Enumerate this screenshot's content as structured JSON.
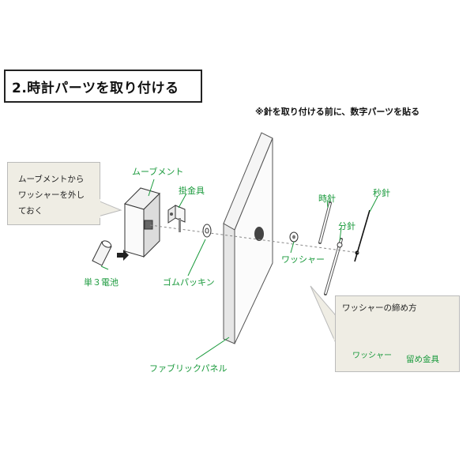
{
  "title": "2.時計パーツを取り付ける",
  "note": "※針を取り付ける前に、数字パーツを貼る",
  "callouts": {
    "movement_tip": [
      "ムーブメントから",
      "ワッシャーを外し",
      "ておく"
    ],
    "washer_heading": "ワッシャーの締め方"
  },
  "labels": {
    "movement": "ムーブメント",
    "hanger": "掛金具",
    "battery": "単３電池",
    "rubber_packing": "ゴムパッキン",
    "fabric_panel": "ファブリックパネル",
    "washer": "ワッシャー",
    "hour_hand": "時針",
    "minute_hand": "分針",
    "second_hand": "秒針",
    "inset_washer": "ワッシャー",
    "fixing_bracket": "留め金具"
  },
  "colors": {
    "label_green": "#1a9a3c",
    "callout_bg": "#efede4"
  }
}
